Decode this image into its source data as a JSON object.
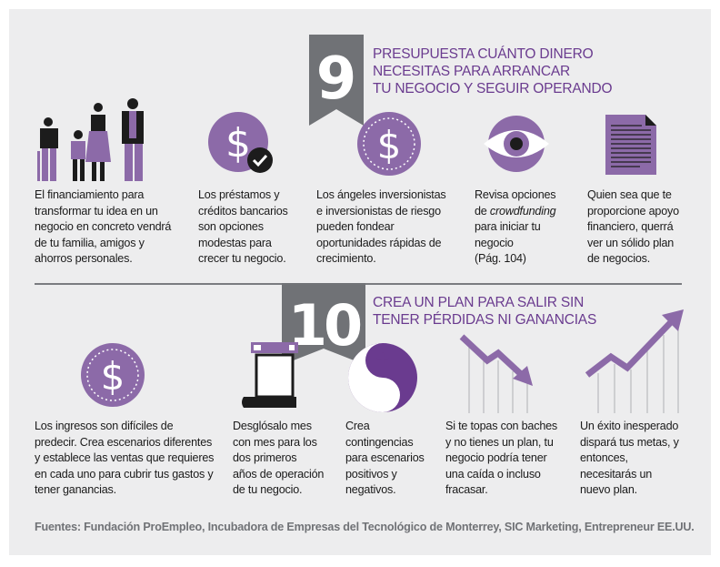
{
  "colors": {
    "accent": "#6a3b8f",
    "icon_purple": "#8c6aa8",
    "icon_dark": "#1c1c1c",
    "badge_gray": "#707276",
    "panel": "#ededee"
  },
  "step9": {
    "number": "9",
    "heading": [
      "PRESUPUESTA CUÁNTO DINERO",
      "NECESITAS PARA ARRANCAR",
      "TU NEGOCIO Y SEGUIR OPERANDO"
    ]
  },
  "step9_items": [
    {
      "icon": "family-icon",
      "lines": [
        "El financiamiento para",
        "transformar tu idea en un",
        "negocio en concreto vendrá",
        "de tu familia, amigos y",
        "ahorros personales."
      ]
    },
    {
      "icon": "dollar-check-icon",
      "lines": [
        "Los préstamos y",
        "créditos bancarios",
        "son opciones",
        "modestas para",
        "crecer tu negocio."
      ]
    },
    {
      "icon": "dollar-coin-icon",
      "lines": [
        "Los ángeles inversionistas",
        "e inversionistas de riesgo",
        "pueden fondear",
        "oportunidades rápidas de",
        "crecimiento."
      ]
    },
    {
      "icon": "eye-icon",
      "lines": [
        "Revisa opciones",
        "de",
        "crowdfunding",
        "para iniciar tu",
        "negocio",
        "(Pág. 104)"
      ]
    },
    {
      "icon": "document-icon",
      "lines": [
        "Quien sea que te",
        "proporcione apoyo",
        "financiero, querrá",
        "ver un sólido plan",
        "de negocios."
      ]
    }
  ],
  "step10": {
    "number": "10",
    "heading": [
      "CREA UN PLAN PARA SALIR SIN",
      "TENER PÉRDIDAS NI GANANCIAS"
    ]
  },
  "step10_items": [
    {
      "icon": "dollar-coin-icon",
      "lines": [
        "Los ingresos son difíciles de",
        "predecir. Crea escenarios diferentes",
        "y establece las ventas que requieres",
        "en cada uno para cubrir tus gastos y",
        "tener ganancias."
      ]
    },
    {
      "icon": "calendar-scroll-icon",
      "lines": [
        "Desglósalo mes",
        "con mes para los",
        "dos primeros",
        "años de operación",
        "de tu negocio."
      ]
    },
    {
      "icon": "plus-minus-icon",
      "plus": "+",
      "minus": "−",
      "lines": [
        "Crea",
        "contingencias",
        "para escenarios",
        "positivos y",
        "negativos."
      ]
    },
    {
      "icon": "down-trend-icon",
      "lines": [
        "Si te topas con baches",
        "y no tienes un plan, tu",
        "negocio podría tener",
        "una caída o incluso",
        "fracasar."
      ]
    },
    {
      "icon": "up-trend-icon",
      "lines": [
        "Un éxito inesperado",
        "dispará tus metas, y",
        "entonces,",
        "necesitarás un",
        "nuevo plan."
      ]
    }
  ],
  "sources": "Fuentes: Fundación ProEmpleo, Incubadora de Empresas del Tecnológico de Monterrey, SIC Marketing, Entrepreneur EE.UU."
}
